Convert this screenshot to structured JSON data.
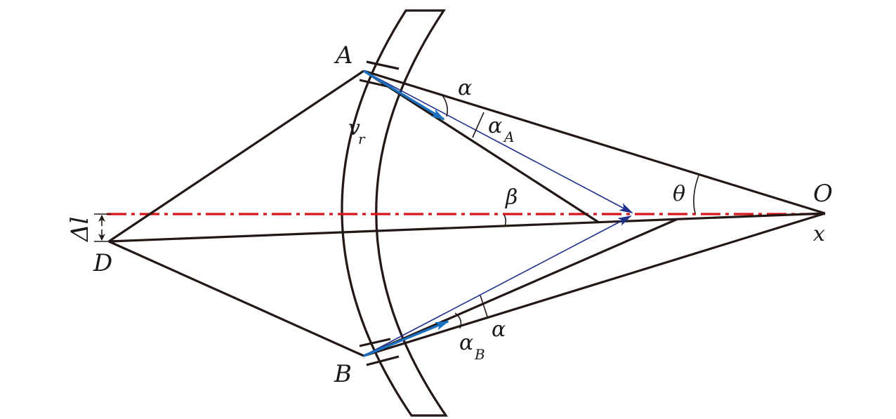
{
  "colors": {
    "ink": "#231815",
    "axis": "#d7141a",
    "navy_arrow": "#1f2f8a",
    "blue_arrow": "#1b6fbf"
  },
  "labels": {
    "point_a": "A",
    "point_b": "B",
    "point_d": "D",
    "point_o": "O",
    "x_axis": "x",
    "alpha_top": "α",
    "alpha_a_main": "α",
    "alpha_a_sub": "A",
    "alpha_bottom": "α",
    "alpha_b_main": "α",
    "alpha_b_sub": "B",
    "v_main": "v",
    "v_sub": "r",
    "beta": "β",
    "theta": "θ",
    "delta_l": "Δl"
  }
}
